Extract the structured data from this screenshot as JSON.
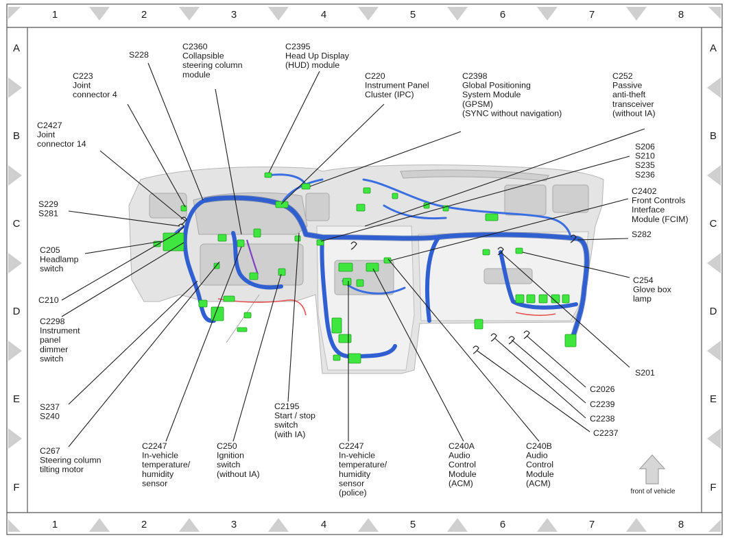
{
  "grid": {
    "columns": [
      "1",
      "2",
      "3",
      "4",
      "5",
      "6",
      "7",
      "8"
    ],
    "rows": [
      "A",
      "B",
      "C",
      "D",
      "E",
      "F"
    ]
  },
  "front_of_vehicle": "front of vehicle",
  "callouts": {
    "c2360": [
      "C2360",
      "Collapsible",
      "steering column",
      "module"
    ],
    "s228": [
      "S228"
    ],
    "c2395": [
      "C2395",
      "Head Up Display",
      "(HUD) module"
    ],
    "c223": [
      "C223",
      "Joint",
      "connector 4"
    ],
    "c220": [
      "C220",
      "Instrument Panel",
      "Cluster (IPC)"
    ],
    "c2398": [
      "C2398",
      "Global Positioning",
      "System Module",
      "(GPSM)",
      "(SYNC without navigation)"
    ],
    "c252": [
      "C252",
      "Passive",
      "anti-theft",
      "transceiver",
      "(without IA)"
    ],
    "c2427": [
      "C2427",
      "Joint",
      "connector 14"
    ],
    "s206": [
      "S206",
      "S210",
      "S235",
      "S236"
    ],
    "c2402": [
      "C2402",
      "Front Controls",
      "Interface",
      "Module (FCIM)"
    ],
    "s229": [
      "S229",
      "S281"
    ],
    "c205": [
      "C205",
      "Headlamp",
      "switch"
    ],
    "s282": [
      "S282"
    ],
    "c210": [
      "C210"
    ],
    "c254": [
      "C254",
      "Glove box",
      "lamp"
    ],
    "c2298": [
      "C2298",
      "Instrument",
      "panel",
      "dimmer",
      "switch"
    ],
    "s201": [
      "S201"
    ],
    "c2026": [
      "C2026"
    ],
    "c2239": [
      "C2239"
    ],
    "c2238": [
      "C2238"
    ],
    "c2237": [
      "C2237"
    ],
    "s237": [
      "S237",
      "S240"
    ],
    "c2195": [
      "C2195",
      "Start / stop",
      "switch",
      "(with IA)"
    ],
    "c267": [
      "C267",
      "Steering column",
      "tilting motor"
    ],
    "c2247a": [
      "C2247",
      "In-vehicle",
      "temperature/",
      "humidity",
      "sensor"
    ],
    "c250": [
      "C250",
      "Ignition",
      "switch",
      "(without IA)"
    ],
    "c2247b": [
      "C2247",
      "In-vehicle",
      "temperature/",
      "humidity",
      "sensor",
      "(police)"
    ],
    "c240a": [
      "C240A",
      "Audio",
      "Control",
      "Module",
      "(ACM)"
    ],
    "c240b": [
      "C240B",
      "Audio",
      "Control",
      "Module",
      "(ACM)"
    ]
  },
  "colors": {
    "harness": "#2f5fd0",
    "connector": "#3fe63f",
    "dashboard": "#e4e4e4",
    "frame": "#555555"
  }
}
